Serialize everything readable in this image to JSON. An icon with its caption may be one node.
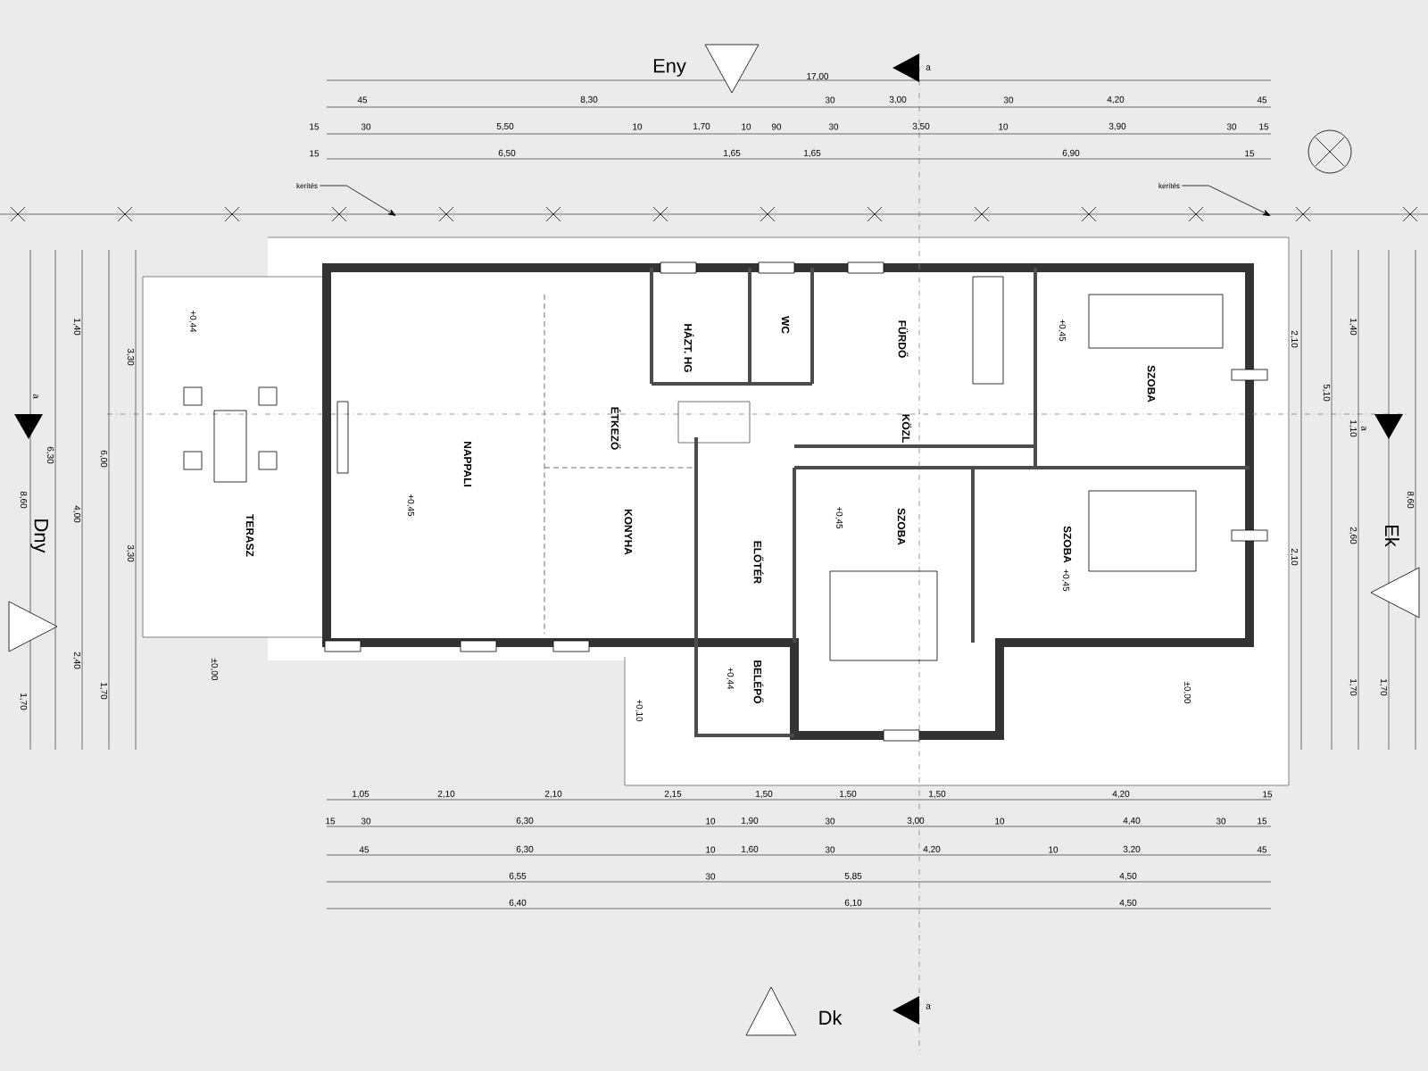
{
  "diagram": {
    "nodes": [
      {
        "text": [
          "TERASZ"
        ]
      },
      {
        "text": [
          "NAPPALI"
        ]
      },
      {
        "text": [
          "ÉTKEZŐ"
        ]
      },
      {
        "text": [
          "KONYHA"
        ]
      },
      {
        "text": [
          "HÁZT. HG"
        ]
      },
      {
        "text": [
          "WC"
        ]
      },
      {
        "text": [
          "FÜRDŐ"
        ]
      },
      {
        "text": [
          "KÖZL"
        ]
      },
      {
        "text": [
          "ELŐTÉR"
        ]
      },
      {
        "text": [
          "SZOBA"
        ]
      },
      {
        "text": [
          "SZOBA"
        ]
      },
      {
        "text": [
          "SZOBA"
        ]
      },
      {
        "text": [
          "BELÉPŐ"
        ]
      },
      {
        "text": [
          "kerítés"
        ]
      },
      {
        "text": [
          "kerítés"
        ]
      }
    ],
    "edges": [
      {
        "from": 13,
        "to": null,
        "arrow": "to"
      },
      {
        "from": 14,
        "to": null,
        "arrow": "to"
      }
    ],
    "labels": [
      "Eny",
      "17,00",
      "a",
      "45",
      "8,30",
      "30",
      "3,00",
      "30",
      "4,20",
      "45",
      "15",
      "30",
      "5,50",
      "10",
      "1,70",
      "10",
      "90",
      "30",
      "3,50",
      "10",
      "3,90",
      "30",
      "15",
      "15",
      "6,50",
      "1,65",
      "1,65",
      "6,90",
      "15",
      "1,05",
      "2,10",
      "2,10",
      "2,15",
      "1,50",
      "1,50",
      "1,50",
      "4,20",
      "15",
      "15",
      "30",
      "6,30",
      "10",
      "1,90",
      "30",
      "3,00",
      "10",
      "4,40",
      "30",
      "15",
      "45",
      "6,30",
      "10",
      "1,60",
      "30",
      "4,20",
      "10",
      "3,20",
      "45",
      "6,55",
      "30",
      "5,85",
      "4,50",
      "6,40",
      "6,10",
      "4,50",
      "Dk",
      "a",
      "Dny",
      "a",
      "8,60",
      "6,30",
      "1,40",
      "4,00",
      "2,40",
      "6,00",
      "1,70",
      "3,30",
      "3,30",
      "1,70",
      "Ek",
      "a",
      "8,60",
      "2,10",
      "2,10",
      "5,10",
      "1,40",
      "1,10",
      "2,60",
      "1,70",
      "1,70",
      "+0,44",
      "+0,45",
      "+0,45",
      "+0,45",
      "+0,45",
      "±0,00",
      "+0,44",
      "+0,10",
      "±0,00"
    ]
  }
}
